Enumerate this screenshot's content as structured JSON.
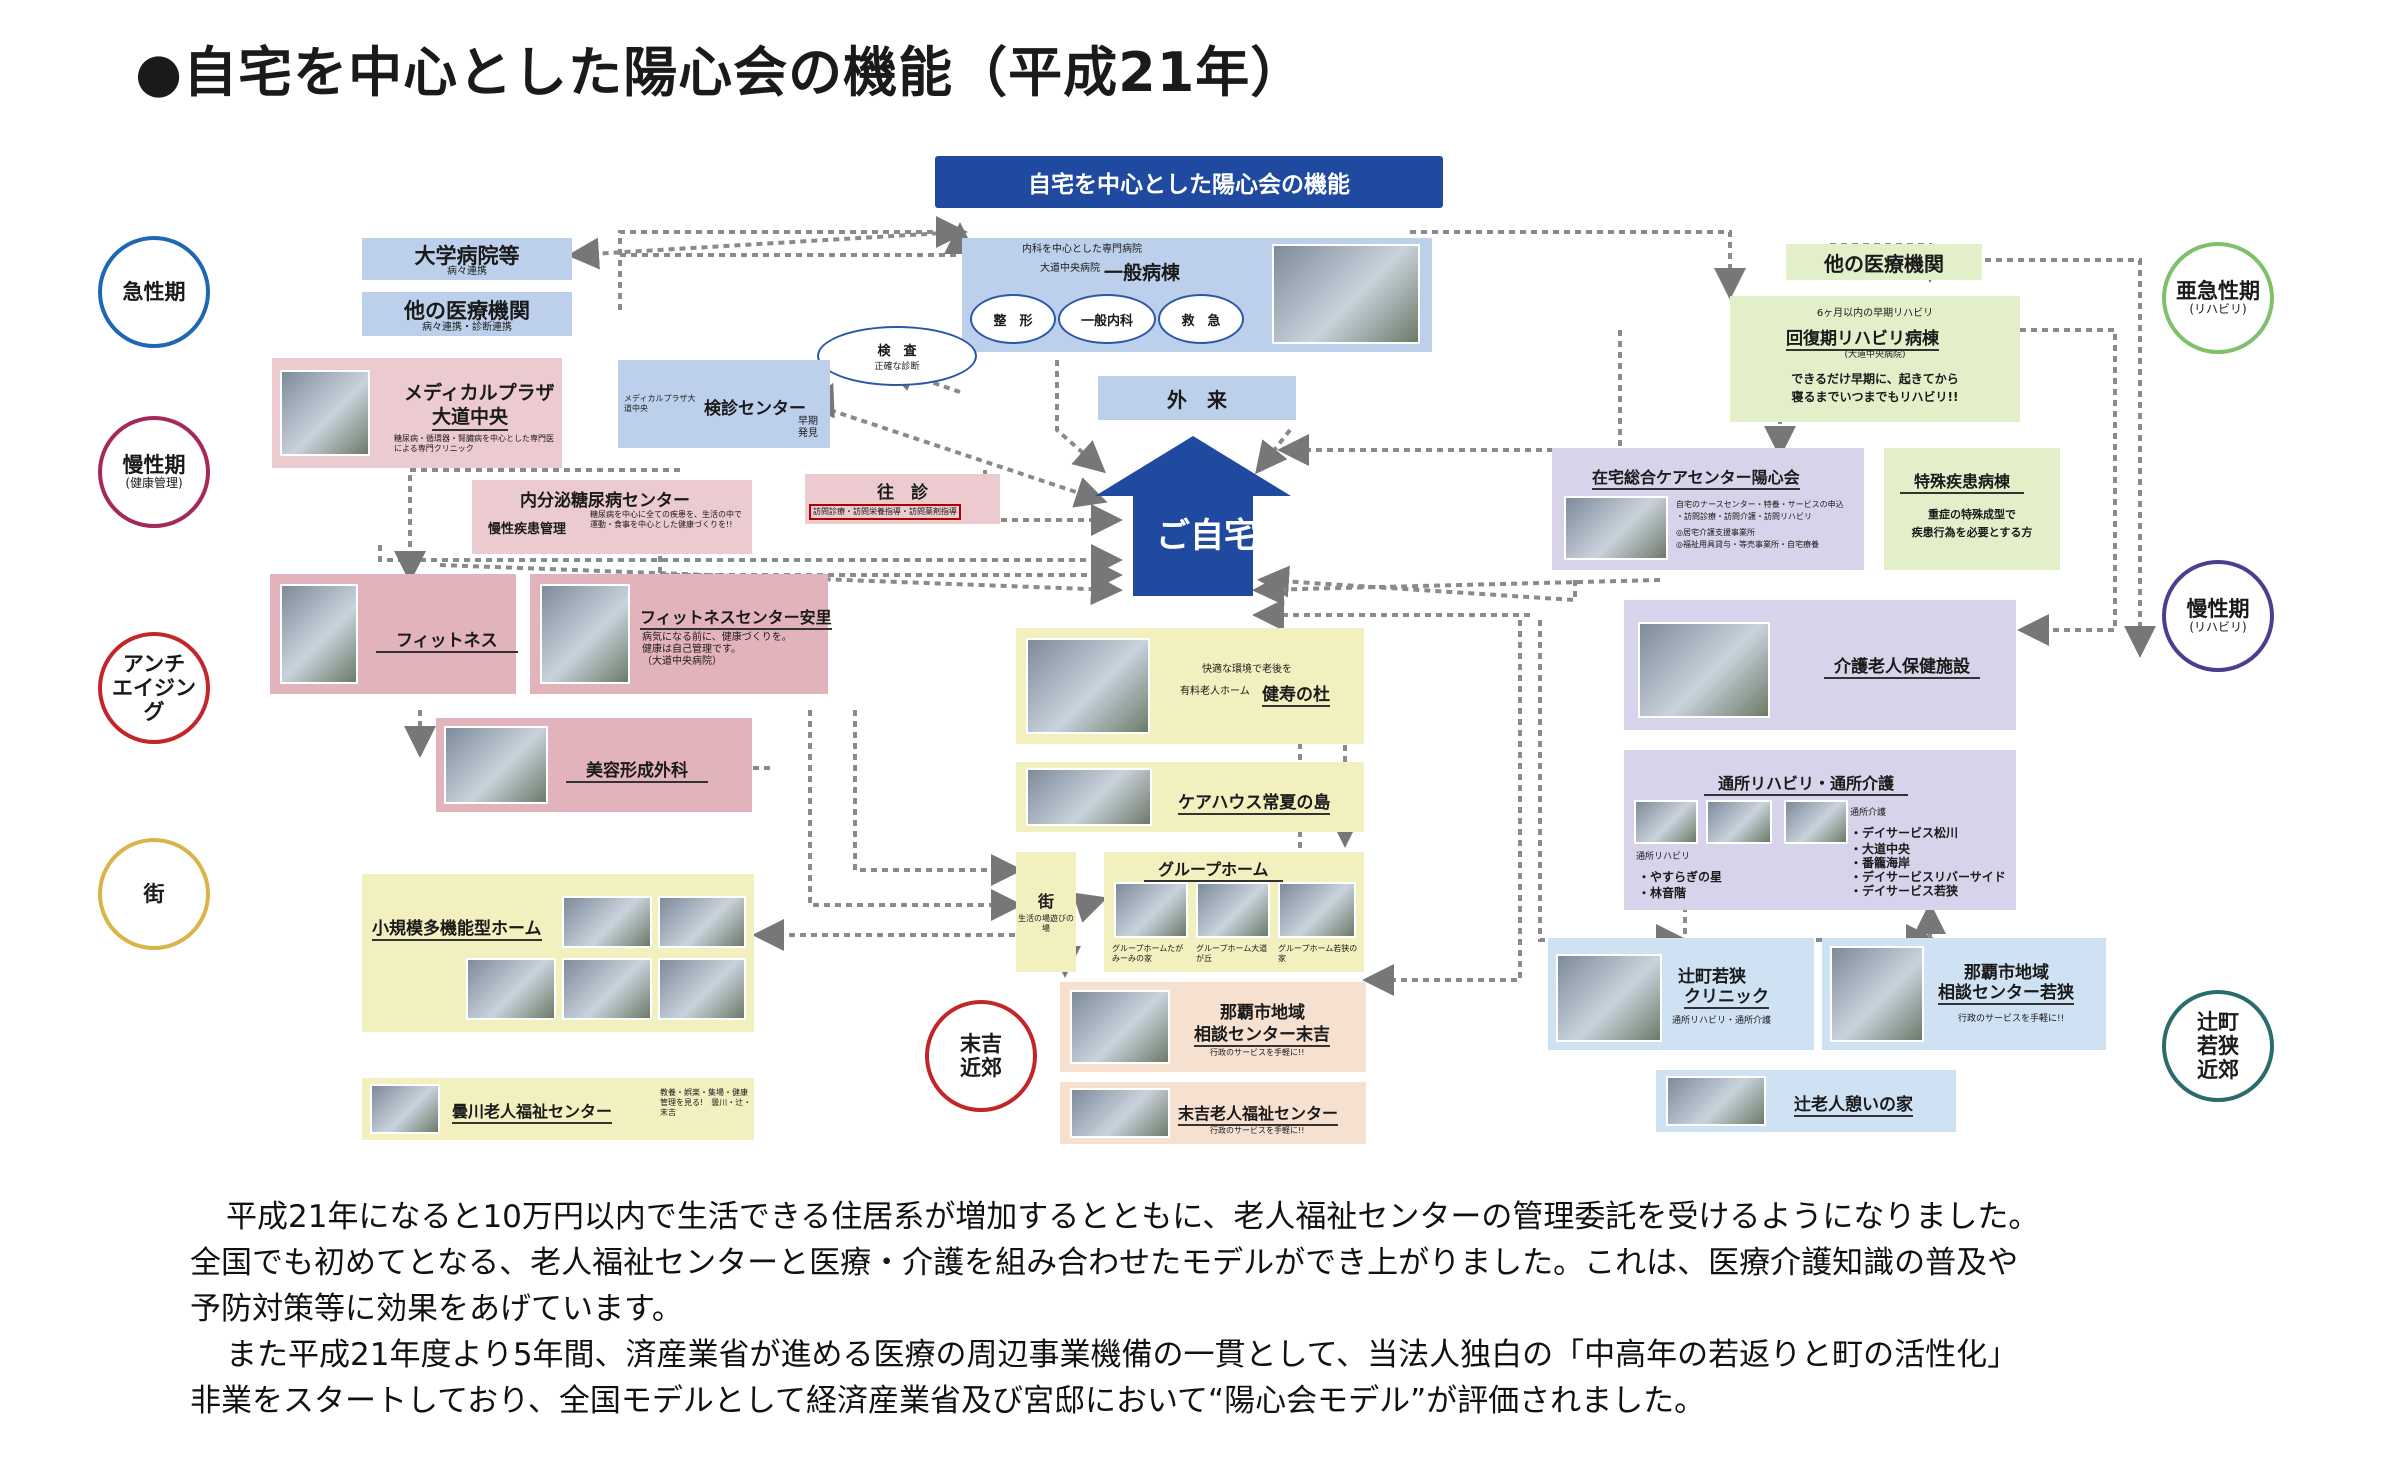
{
  "page": {
    "title": "●自宅を中心とした陽心会の機能（平成21年）",
    "header": "自宅を中心とした陽心会の機能"
  },
  "colors": {
    "header_blue": "#1f4aa0",
    "home_blue": "#1f4aa0",
    "phase_acute": "#1e67b5",
    "phase_chronic": "#a5285a",
    "phase_antiaging": "#c2252a",
    "phase_town": "#d9b44a",
    "phase_subacute": "#7fc06a",
    "phase_chronic_rehab": "#4a3f8e",
    "phase_suburb": "#2a6b6b"
  },
  "phases": {
    "acute": {
      "label": "急性期"
    },
    "chronic": {
      "label": "慢性期",
      "sub": "(健康管理)"
    },
    "antiaging": {
      "line1": "アンチ",
      "line2": "エイジング"
    },
    "town": {
      "label": "街"
    },
    "sueyoshi": {
      "line1": "末吉",
      "line2": "近郊"
    },
    "subacute": {
      "label": "亜急性期",
      "sub": "(リハビリ)"
    },
    "chronic_rehab": {
      "label": "慢性期",
      "sub": "(リハビリ)"
    },
    "tsuji": {
      "line1": "辻町",
      "line2": "若狭",
      "line3": "近郊"
    }
  },
  "nodes": {
    "univ": {
      "title": "大学病院等",
      "sub": "病々連携"
    },
    "other_hosp_left": {
      "title": "他の医療機関",
      "sub": "病々連携・診断連携"
    },
    "general_ward": {
      "caption": "内科を中心とした専門病院",
      "hospital": "大道中央病院",
      "title": "一般病棟",
      "depts": [
        "整　形",
        "一般内科",
        "救　急"
      ]
    },
    "exam": {
      "title": "検　査",
      "sub": "正確な診断"
    },
    "outpatient": {
      "title": "外　来"
    },
    "home": {
      "title": "ご自宅"
    },
    "medical_plaza": {
      "title1": "メディカルプラザ",
      "title2": "大道中央",
      "sub": "糖尿病・循環器・腎臓病を中心とした専門医による専門クリニック"
    },
    "checkup": {
      "pre": "メディカルプラザ大道中央",
      "title": "検診センター",
      "tag1": "早期",
      "tag2": "発見"
    },
    "diabetes": {
      "title": "内分泌糖尿病センター",
      "label": "慢性疾患管理",
      "sub": "糖尿病を中心に全ての疾患を、生活の中で運動・食事を中心とした健康づくりを!!"
    },
    "visit": {
      "title": "往　診",
      "sub": "訪問診療・訪問栄養指導・訪問薬剤指導"
    },
    "fitness": {
      "title": "フィットネス"
    },
    "fitness_center": {
      "title": "フィットネスセンター安里",
      "sub1": "病気になる前に、健康づくりを。",
      "sub2": "健康は自己管理です。",
      "sub3": "（大道中央病院）"
    },
    "cosmetic": {
      "title": "美容形成外科"
    },
    "kenju": {
      "sub": "快適な環境で老後を",
      "pre": "有料老人ホーム",
      "title": "健寿の杜"
    },
    "carehouse": {
      "title": "ケアハウス常夏の島"
    },
    "town_node": {
      "title": "街",
      "sub": "生活の場遊びの場"
    },
    "grouphome": {
      "title": "グループホーム",
      "items": [
        "グループホームたがみーみの家",
        "グループホーム大道が丘",
        "グループホーム若狭の家"
      ]
    },
    "small_multi": {
      "title": "小規模多機能型ホーム"
    },
    "sogawa": {
      "title": "曇川老人福祉センター",
      "sub": "教養・娯楽・集場・健康管理を見る!　曇川・辻・末吉"
    },
    "naha_sueyoshi": {
      "title1": "那覇市地域",
      "title2": "相談センター末吉",
      "sub": "行政のサービスを手軽に!!"
    },
    "sueyoshi_center": {
      "title": "末吉老人福祉センター",
      "sub": "行政のサービスを手軽に!!"
    },
    "other_hosp_right": {
      "title": "他の医療機関"
    },
    "rehab_ward": {
      "caption": "6ヶ月以内の早期リハビリ",
      "title": "回復期リハビリ病棟",
      "hospital": "(大道中央病院)",
      "sub1": "できるだけ早期に、起きてから",
      "sub2": "寝るまでいつまでもリハビリ!!"
    },
    "home_care": {
      "title": "在宅総合ケアセンター陽心会",
      "sub1": "自宅のナースセンター・特養・サービスの申込",
      "sub2": "・訪問診療・訪問介護・訪問リハビリ",
      "sub3": "◎居宅介護支援事業所",
      "sub4": "◎福祉用具貸与・等売事業所・自宅療養"
    },
    "special_ward": {
      "title": "特殊疾患病棟",
      "sub1": "重症の特殊成型で",
      "sub2": "疾患行為を必要とする方"
    },
    "care_facility": {
      "title": "介護老人保健施設"
    },
    "day_rehab": {
      "title": "通所リハビリ・通所介護",
      "rehab_label": "通所リハビリ",
      "rehab_items": [
        "・やすらぎの星",
        "・林音階"
      ],
      "care_label": "通所介護",
      "care_items": [
        "・デイサービス松川",
        "・大道中央",
        "・番籠海岸",
        "・デイサービスリバーサイド",
        "・デイサービス若狭"
      ]
    },
    "tsuji_clinic": {
      "title1": "辻町若狭",
      "title2": "クリニック",
      "sub": "通所リハビリ・通所介護"
    },
    "naha_wakasa": {
      "title1": "那覇市地域",
      "title2": "相談センター若狭",
      "sub": "行政のサービスを手軽に!!"
    },
    "tsuji_rest": {
      "title": "辻老人憩いの家"
    }
  },
  "body_text": {
    "line1": "平成21年になると10万円以内で生活できる住居系が増加するとともに、老人福祉センターの管理委託を受けるようになりました。",
    "line2": "全国でも初めてとなる、老人福祉センターと医療・介護を組み合わせたモデルができ上がりました。これは、医療介護知識の普及や",
    "line3": "予防対策等に効果をあげています。",
    "line4": "また平成21年度より5年間、済産業省が進める医療の周辺事業機備の一貫として、当法人独白の「中高年の若返りと町の活性化」",
    "line5": "非業をスタートしており、全国モデルとして経済産業省及び宮邸において“陽心会モデル”が評価されました。"
  }
}
